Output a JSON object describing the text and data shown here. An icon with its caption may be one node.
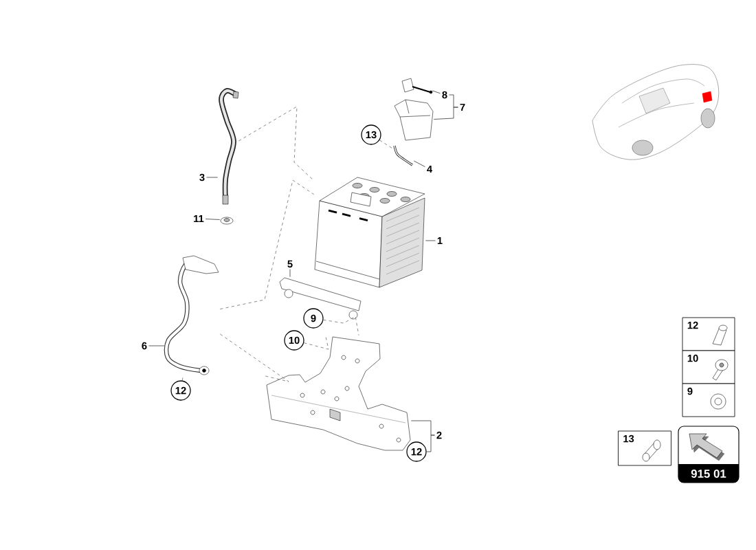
{
  "diagram": {
    "nodes": [
      {
        "text": [
          "3"
        ]
      },
      {
        "text": [],
        "shape": "picture"
      },
      {
        "text": [
          "11"
        ]
      },
      {
        "text": [],
        "shape": "picture"
      },
      {
        "text": [
          "8"
        ]
      },
      {
        "text": [],
        "shape": "picture"
      },
      {
        "text": [
          "7"
        ]
      },
      {
        "text": [],
        "shape": "picture"
      },
      {
        "text": [
          "13"
        ]
      },
      {
        "text": [
          "4"
        ]
      },
      {
        "text": [],
        "shape": "picture"
      },
      {
        "text": [
          "1"
        ]
      },
      {
        "text": [],
        "shape": "picture"
      },
      {
        "text": [
          "5"
        ]
      },
      {
        "text": [],
        "shape": "picture"
      },
      {
        "text": [
          "9"
        ]
      },
      {
        "text": [
          "10"
        ]
      },
      {
        "text": [
          "6"
        ]
      },
      {
        "text": [],
        "shape": "picture"
      },
      {
        "text": [
          "12"
        ]
      },
      {
        "text": [
          "2"
        ]
      },
      {
        "text": [],
        "shape": "picture"
      },
      {
        "text": [
          "12"
        ]
      },
      {
        "text": [
          "12"
        ]
      },
      {
        "text": [
          "10"
        ]
      },
      {
        "text": [
          "9"
        ]
      },
      {
        "text": [
          "13"
        ]
      },
      {
        "text": [
          "915 01"
        ]
      }
    ],
    "edges": [
      {
        "from": 0,
        "to": 1,
        "arrow": "none"
      },
      {
        "from": 2,
        "to": 3,
        "arrow": "none"
      },
      {
        "from": 4,
        "to": 5,
        "arrow": "none"
      },
      {
        "from": 6,
        "to": 4,
        "arrow": "none"
      },
      {
        "from": 6,
        "to": 7,
        "arrow": "none"
      },
      {
        "from": 9,
        "to": 10,
        "arrow": "none"
      },
      {
        "from": 11,
        "to": 12,
        "arrow": "none"
      },
      {
        "from": 13,
        "to": 14,
        "arrow": "none"
      },
      {
        "from": 17,
        "to": 18,
        "arrow": "none"
      },
      {
        "from": 20,
        "to": 21,
        "arrow": "none"
      },
      {
        "from": 20,
        "to": 22,
        "arrow": "none"
      },
      {
        "from": 8,
        "to": 10,
        "arrow": "none",
        "style": "dashed"
      },
      {
        "from": 15,
        "to": 14,
        "arrow": "none",
        "style": "dashed"
      },
      {
        "from": 16,
        "to": 21,
        "arrow": "none",
        "style": "dashed"
      },
      {
        "from": 19,
        "to": 18,
        "arrow": "none",
        "style": "dashed"
      },
      {
        "from": 1,
        "to": 12,
        "arrow": "none",
        "style": "dashed"
      },
      {
        "from": 18,
        "to": 12,
        "arrow": "none",
        "style": "dashed"
      },
      {
        "from": 18,
        "to": 21,
        "arrow": "none",
        "style": "dashed"
      },
      {
        "from": 14,
        "to": 21,
        "arrow": "none",
        "style": "dashed"
      }
    ]
  }
}
